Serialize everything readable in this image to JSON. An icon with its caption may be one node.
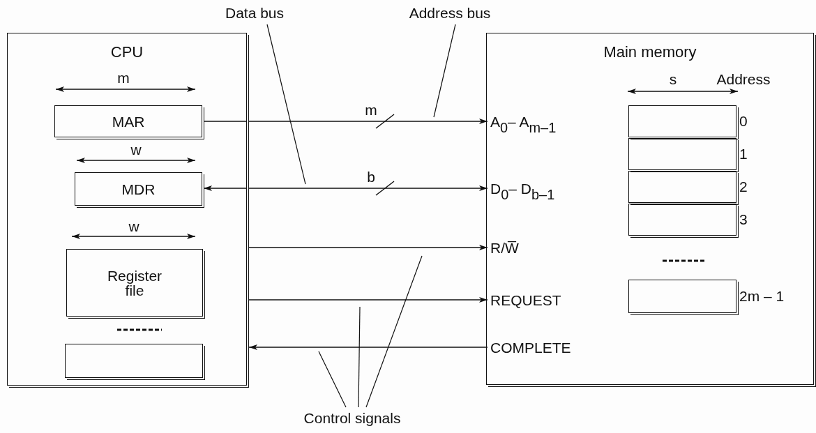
{
  "diagram": {
    "nodes": [
      {
        "text": [
          "CPU"
        ]
      },
      {
        "text": [
          "MAR"
        ],
        "in": 0
      },
      {
        "text": [
          "MDR"
        ],
        "in": 0
      },
      {
        "text": [
          "Register file"
        ],
        "in": 0
      },
      {
        "text": [],
        "shape": "box",
        "in": 0
      },
      {
        "text": [
          "Main memory"
        ]
      },
      {
        "text": [
          "A$_{0}$– A$_{m–1}$"
        ],
        "in": 5
      },
      {
        "text": [
          "D$_{0}$– D$_{b–1}$"
        ],
        "in": 5
      },
      {
        "text": [
          "R/W̅"
        ],
        "in": 5
      },
      {
        "text": [
          "REQUEST"
        ],
        "in": 5
      },
      {
        "text": [
          "COMPLETE"
        ],
        "in": 5
      },
      {
        "text": [],
        "shape": "box",
        "in": 5,
        "beside": [
          "0"
        ]
      },
      {
        "text": [],
        "shape": "box",
        "in": 5,
        "beside": [
          "1"
        ]
      },
      {
        "text": [],
        "shape": "box",
        "in": 5,
        "beside": [
          "2"
        ]
      },
      {
        "text": [],
        "shape": "box",
        "in": 5,
        "beside": [
          "3"
        ]
      },
      {
        "text": [],
        "shape": "box",
        "in": 5,
        "beside": [
          "2m – 1"
        ]
      },
      {
        "text": [
          "Data bus"
        ]
      },
      {
        "text": [
          "Address bus"
        ]
      },
      {
        "text": [
          "Control signals"
        ]
      }
    ],
    "edges": [
      {
        "from": 1,
        "to": 6,
        "arrow": "to",
        "label": "m"
      },
      {
        "from": 2,
        "to": 7,
        "arrow": "both",
        "label": "b"
      },
      {
        "from": 0,
        "to": 8,
        "arrow": "to"
      },
      {
        "from": 0,
        "to": 9,
        "arrow": "to"
      },
      {
        "from": 10,
        "to": 0,
        "arrow": "to"
      },
      {
        "from": 16,
        "to": null,
        "arrow": "none"
      },
      {
        "from": 17,
        "to": null,
        "arrow": "none"
      },
      {
        "from": 18,
        "to": null,
        "arrow": "none"
      },
      {
        "from": 18,
        "to": null,
        "arrow": "none"
      },
      {
        "from": 18,
        "to": null,
        "arrow": "none"
      }
    ],
    "labels": [
      "m",
      "w",
      "w",
      "s",
      "Address"
    ]
  }
}
